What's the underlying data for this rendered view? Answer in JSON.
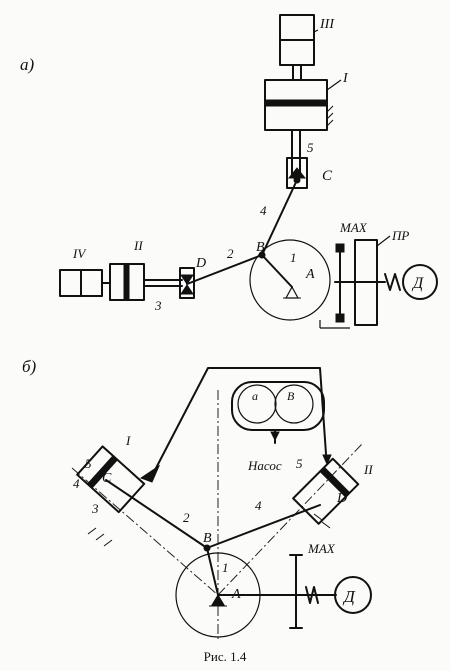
{
  "caption": "Рис. 1.4",
  "panel_a": {
    "label": "а)",
    "labels": {
      "III": "III",
      "I": "I",
      "n5": "5",
      "C": "C",
      "n4": "4",
      "IV": "IV",
      "II": "II",
      "n3": "3",
      "D": "D",
      "n2": "2",
      "B": "B",
      "n1": "1",
      "A": "A",
      "MAX": "MAX",
      "PR": "ПР",
      "motor": "Д"
    }
  },
  "panel_b": {
    "label": "б)",
    "labels": {
      "pump": "Насос",
      "I": "I",
      "n5_left": "5",
      "n4_left": "4",
      "C": "C",
      "n3": "3",
      "n5_right": "5",
      "II": "II",
      "D": "D",
      "n2": "2",
      "n4": "4",
      "B": "B",
      "n1": "1",
      "A": "A",
      "MAX": "MAX",
      "motor": "Д"
    }
  }
}
